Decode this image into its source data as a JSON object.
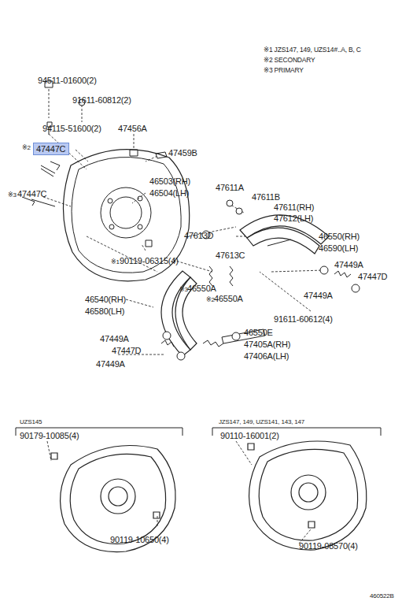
{
  "diagram": {
    "nodes": [
      {
        "text": [
          "47447C"
        ]
      }
    ],
    "labels": [
      "※1 JZS147, 149, UZS14#..A, B, C",
      "※2 SECONDARY",
      "※3 PRIMARY",
      "94511-01600(2)",
      "91611-60812(2)",
      "94115-51600(2)",
      "47456A",
      "※2",
      "47459B",
      "※3",
      "47447C",
      "46503(RH)",
      "46504(LH)",
      "47611A",
      "47611B",
      "47611(RH)",
      "47612(LH)",
      "47613D",
      "46550(RH)",
      "46590(LH)",
      "47613C",
      "※1",
      "90119-06315(4)",
      "47449A",
      "47447D",
      "※3",
      "46550A",
      "※2",
      "46550A",
      "46540(RH)",
      "46580(LH)",
      "47449A",
      "91611-60612(4)",
      "46550E",
      "47449A",
      "47405A(RH)",
      "47447D",
      "47406A(LH)",
      "47449A",
      "UZS145",
      "90179-10085(4)",
      "JZS147, 149, UZS141, 143, 147",
      "90110-16001(2)",
      "90119-10650(4)",
      "90119-08570(4)",
      "460522B"
    ]
  }
}
